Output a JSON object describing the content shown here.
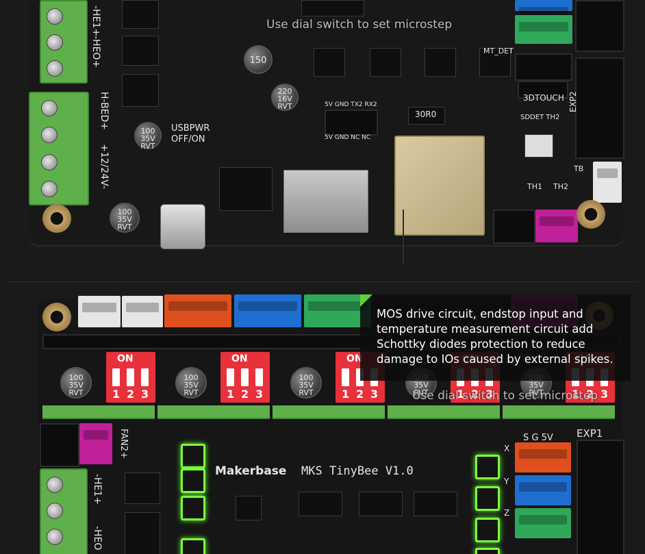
{
  "captions": {
    "top": "Use dial switch to set microstep",
    "bottom": "Use dial switch to set microstep"
  },
  "callout": {
    "text": "MOS drive circuit, endstop input and temperature measurement circuit add Schottky diodes protection to reduce damage to IOs caused by external spikes."
  },
  "board_top": {
    "labels": {
      "usbpwr": "USBPWR",
      "offon": "OFF/ON",
      "bed": "H-BED+",
      "volt": "+12/24V-",
      "hei": "-HE1+",
      "heo": "-HEO+",
      "mt_det": "MT_DET",
      "touch": "3DTOUCH",
      "exp2": "EXP2",
      "uart_top": "5V GND TX2 RX2",
      "uart_bot": "5V GND NC NC",
      "resistor": "30R0",
      "th1": "TH1",
      "th2": "TH2",
      "tb": "TB",
      "sddet": "SDDET TH2",
      "cap_a": "100 35V RVT",
      "cap_b": "220 16V RVT",
      "cap_c": "100 35V RVT",
      "inductor": "150"
    }
  },
  "board_bottom": {
    "dip_on": "ON",
    "dip_nums": [
      "1",
      "2",
      "3"
    ],
    "labels": {
      "brand": "Makerbase",
      "model": "MKS TinyBee V1.0",
      "exp1": "EXP1",
      "sg5v": "S G 5V",
      "fan2": "FAN2+",
      "hei": "-HE1+",
      "heo": "-HEO",
      "x": "X",
      "y": "Y",
      "z": "Z",
      "cap": "100 35V RVT"
    }
  },
  "colors": {
    "terminal_green": "#5fb04a",
    "dip_red": "#e8313b",
    "led_green": "#7dff3c",
    "conn_white": "#e6e6e6",
    "conn_orange": "#e0501f",
    "conn_blue": "#1f6fd0",
    "conn_green": "#2fa85a",
    "conn_magenta": "#c0209a"
  }
}
